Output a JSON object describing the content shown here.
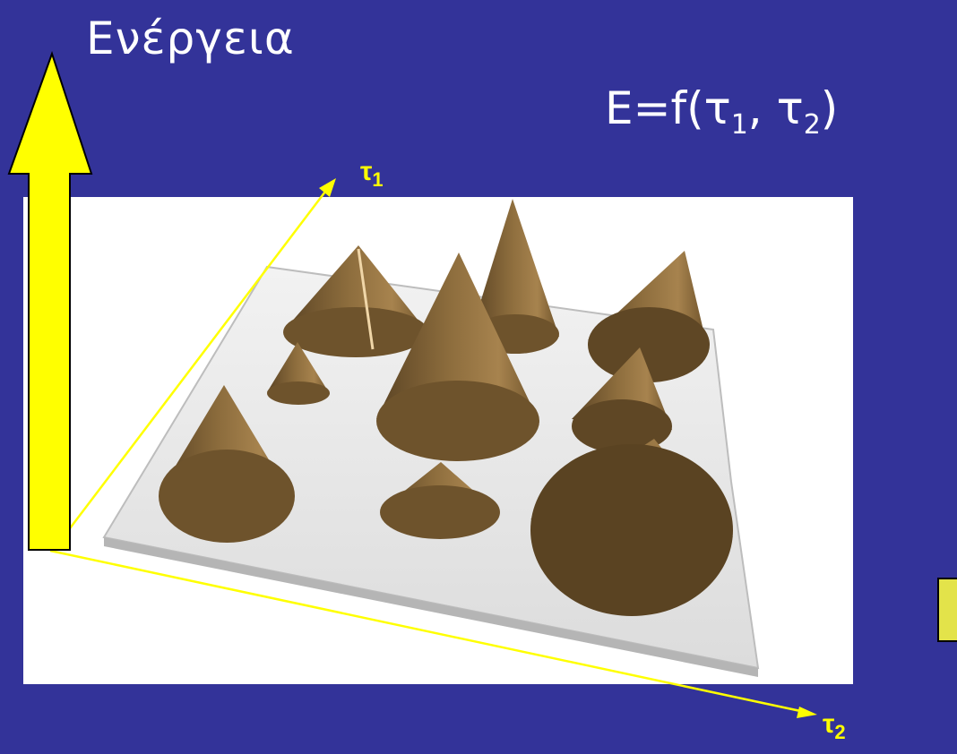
{
  "title": "Ενέργεια",
  "formula": {
    "prefix": "E=f(τ",
    "sub1": "1",
    "middle": ", τ",
    "sub2": "2",
    "suffix": ")"
  },
  "axes": {
    "tau1": {
      "symbol": "τ",
      "sub": "1"
    },
    "tau2": {
      "symbol": "τ",
      "sub": "2"
    }
  },
  "colors": {
    "background": "#333399",
    "arrow": "#ffff00",
    "cone": "#8a6a3a",
    "plate": "#e6e6e6"
  }
}
